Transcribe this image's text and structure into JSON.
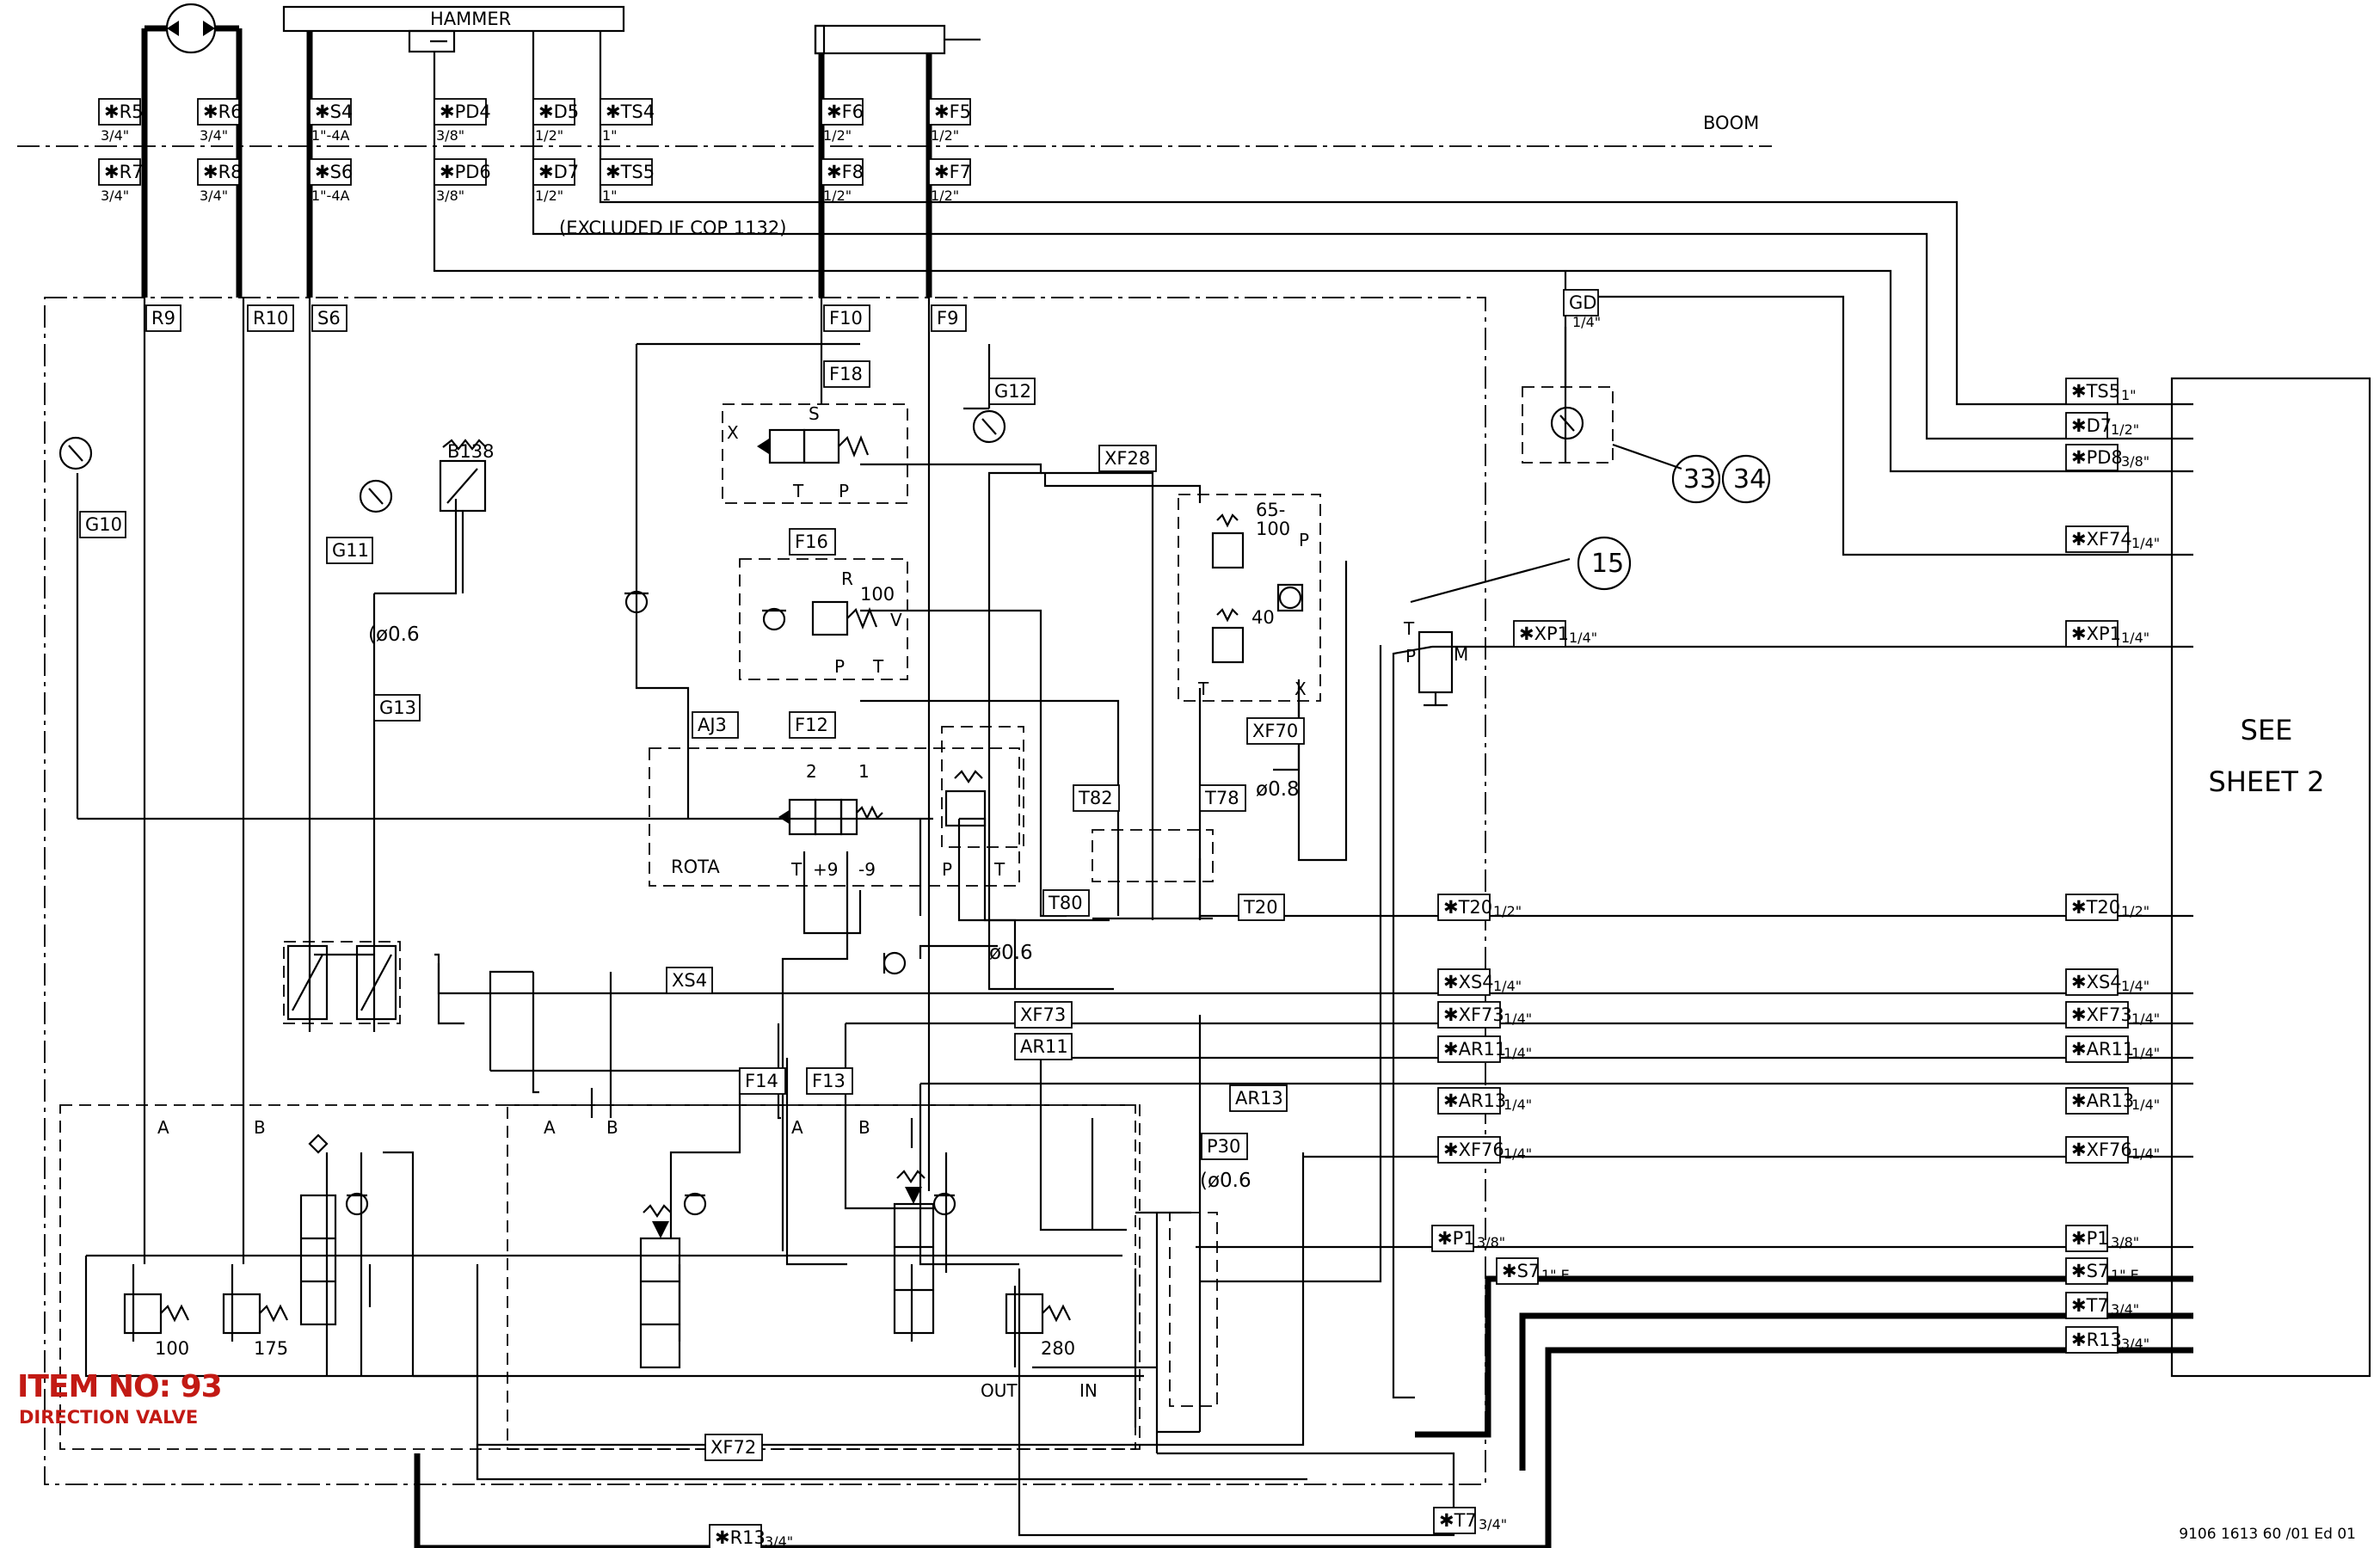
{
  "drawing": {
    "hammer_label": "HAMMER",
    "boom_label": "BOOM",
    "excluded_note": "(EXCLUDED IF COP 1132)",
    "see_sheet": [
      "SEE",
      "SHEET 2"
    ],
    "document_number": "9106 1613 60 /01 Ed 01",
    "item_no": "ITEM NO: 93",
    "item_description": "DIRECTION VALVE"
  },
  "top_ports": [
    {
      "label": "✱R5",
      "size": "3/4\""
    },
    {
      "label": "✱R6",
      "size": "3/4\""
    },
    {
      "label": "✱S4",
      "size": "1\"-4A"
    },
    {
      "label": "✱PD4",
      "size": "3/8\""
    },
    {
      "label": "✱D5",
      "size": "1/2\""
    },
    {
      "label": "✱TS4",
      "size": "1\""
    },
    {
      "label": "✱F6",
      "size": "1/2\""
    },
    {
      "label": "✱F5",
      "size": "1/2\""
    },
    {
      "label": "✱R7",
      "size": "3/4\""
    },
    {
      "label": "✱R8",
      "size": "3/4\""
    },
    {
      "label": "✱S6",
      "size": "1\"-4A"
    },
    {
      "label": "✱PD6",
      "size": "3/8\""
    },
    {
      "label": "✱D7",
      "size": "1/2\""
    },
    {
      "label": "✱TS5",
      "size": "1\""
    },
    {
      "label": "✱F8",
      "size": "1/2\""
    },
    {
      "label": "✱F7",
      "size": "1/2\""
    }
  ],
  "internal_labels": [
    "R9",
    "R10",
    "S6",
    "F10",
    "F9",
    "F18",
    "G12",
    "GD",
    "G10",
    "G11",
    "B138",
    "F16",
    "XF28",
    "G13",
    "AJ3",
    "F12",
    "T82",
    "T78",
    "XF70",
    "ROTA",
    "T80",
    "T20",
    "XS4",
    "XF73",
    "AR11",
    "F14",
    "F13",
    "AR13",
    "P30",
    "XF72"
  ],
  "gd_size": "1/4\"",
  "valve_values": [
    "100",
    "65-\n100",
    "40",
    "100",
    "175",
    "280"
  ],
  "orifices": [
    "(ø0.6",
    "ø0.8",
    "ø0.6",
    "(ø0.6"
  ],
  "port_letters": [
    "S",
    "X",
    "T",
    "P",
    "R",
    "P",
    "T",
    "V",
    "P",
    "T",
    "X",
    "2",
    "1",
    "T",
    "+9",
    "-9",
    "P",
    "T",
    "T",
    "P",
    "M",
    "A",
    "B",
    "A",
    "B",
    "A",
    "B",
    "OUT",
    "IN"
  ],
  "callouts": [
    "33",
    "34",
    "15"
  ],
  "mid_ports": [
    {
      "label": "✱XP1",
      "size": "1/4\""
    },
    {
      "label": "✱T20",
      "size": "1/2\""
    },
    {
      "label": "✱XS4",
      "size": "1/4\""
    },
    {
      "label": "✱XF73",
      "size": "1/4\""
    },
    {
      "label": "✱AR11",
      "size": "1/4\""
    },
    {
      "label": "✱AR13",
      "size": "1/4\""
    },
    {
      "label": "✱XF76",
      "size": "1/4\""
    },
    {
      "label": "✱P1",
      "size": "3/8\""
    },
    {
      "label": "✱S7",
      "size": "1\" E"
    },
    {
      "label": "✱T7",
      "size": "3/4\""
    },
    {
      "label": "✱R13",
      "size": "3/4\""
    }
  ],
  "right_ports": [
    {
      "label": "✱TS5",
      "size": "1\""
    },
    {
      "label": "✱D7",
      "size": "1/2\""
    },
    {
      "label": "✱PD8",
      "size": "3/8\""
    },
    {
      "label": "✱XF74",
      "size": "1/4\""
    },
    {
      "label": "✱XP1",
      "size": "1/4\""
    },
    {
      "label": "✱T20",
      "size": "1/2\""
    },
    {
      "label": "✱XS4",
      "size": "1/4\""
    },
    {
      "label": "✱XF73",
      "size": "1/4\""
    },
    {
      "label": "✱AR11",
      "size": "1/4\""
    },
    {
      "label": "✱AR13",
      "size": "1/4\""
    },
    {
      "label": "✱XF76",
      "size": "1/4\""
    },
    {
      "label": "✱P1",
      "size": "3/8\""
    },
    {
      "label": "✱S7",
      "size": "1\" E"
    },
    {
      "label": "✱T7",
      "size": "3/4\""
    },
    {
      "label": "✱R13",
      "size": "3/4\""
    }
  ]
}
